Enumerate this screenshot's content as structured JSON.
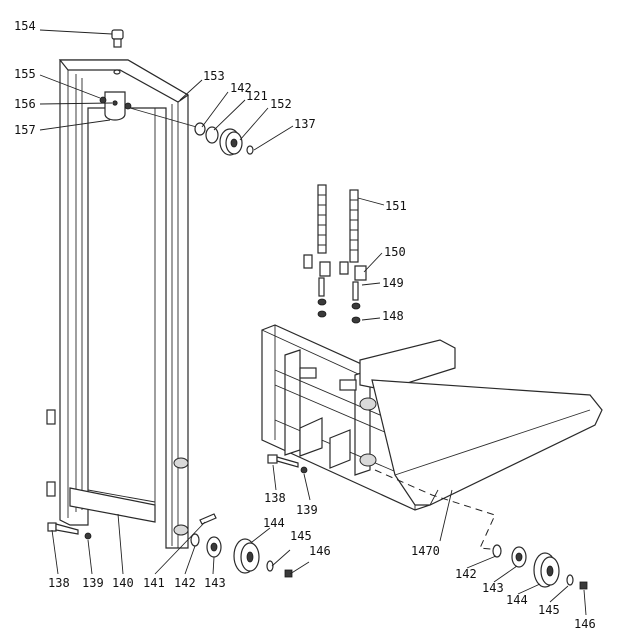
{
  "labels": [
    {
      "id": "l154a",
      "text": "154"
    },
    {
      "id": "l155",
      "text": "155"
    },
    {
      "id": "l156",
      "text": "156"
    },
    {
      "id": "l157",
      "text": "157"
    },
    {
      "id": "l153",
      "text": "153"
    },
    {
      "id": "l142a",
      "text": "142"
    },
    {
      "id": "l121",
      "text": "121"
    },
    {
      "id": "l152",
      "text": "152"
    },
    {
      "id": "l137",
      "text": "137"
    },
    {
      "id": "l151",
      "text": "151"
    },
    {
      "id": "l150",
      "text": "150"
    },
    {
      "id": "l149",
      "text": "149"
    },
    {
      "id": "l148",
      "text": "148"
    },
    {
      "id": "l138a",
      "text": "138"
    },
    {
      "id": "l139a",
      "text": "139"
    },
    {
      "id": "l144a",
      "text": "144"
    },
    {
      "id": "l145a",
      "text": "145"
    },
    {
      "id": "l146a",
      "text": "146"
    },
    {
      "id": "l1470",
      "text": "1470"
    },
    {
      "id": "l138b",
      "text": "138"
    },
    {
      "id": "l139b",
      "text": "139"
    },
    {
      "id": "l140",
      "text": "140"
    },
    {
      "id": "l141",
      "text": "141"
    },
    {
      "id": "l142b",
      "text": "142"
    },
    {
      "id": "l143a",
      "text": "143"
    },
    {
      "id": "l142c",
      "text": "142"
    },
    {
      "id": "l143b",
      "text": "143"
    },
    {
      "id": "l144b",
      "text": "144"
    },
    {
      "id": "l145b",
      "text": "145"
    },
    {
      "id": "l146b",
      "text": "146"
    }
  ]
}
